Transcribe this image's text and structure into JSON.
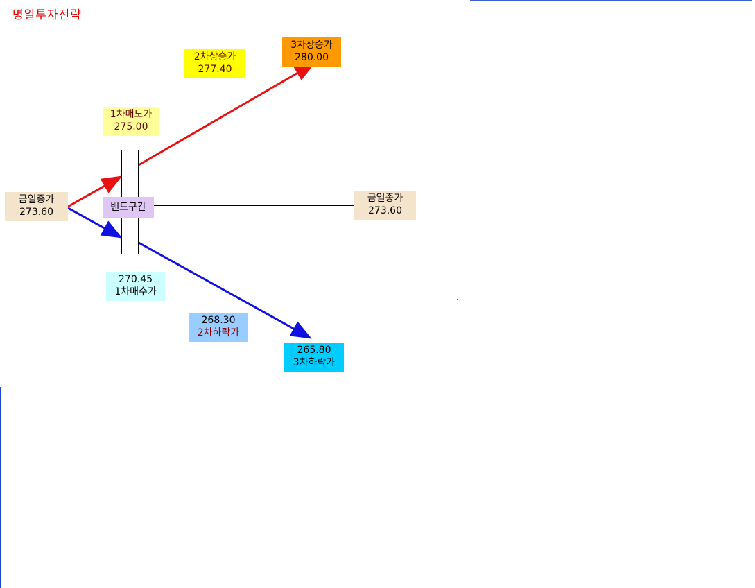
{
  "title": "명일투자전략",
  "colors": {
    "title": "#e00000",
    "up_line": "#e81010",
    "down_line": "#1010e0",
    "flat_line": "#000000",
    "close_box": "#f5e4cc",
    "sell1_box": "#ffff99",
    "up2_box": "#ffff00",
    "up3_box": "#ff9900",
    "buy1_box": "#ccffff",
    "down2_box": "#99ccff",
    "down3_box": "#00ccff",
    "band_box": "#e0c6f5"
  },
  "nodes": {
    "close_left": {
      "label": "금일종가",
      "value": "273.60"
    },
    "sell1": {
      "label": "1차매도가",
      "value": "275.00"
    },
    "up2": {
      "label": "2차상승가",
      "value": "277.40"
    },
    "up3": {
      "label": "3차상승가",
      "value": "280.00"
    },
    "band": {
      "label": "밴드구간"
    },
    "close_right": {
      "label": "금일종가",
      "value": "273.60"
    },
    "buy1": {
      "value": "270.45",
      "label": "1차매수가"
    },
    "down2": {
      "value": "268.30",
      "label": "2차하락가"
    },
    "down3": {
      "value": "265.80",
      "label": "3차하락가"
    }
  },
  "mark": "`"
}
